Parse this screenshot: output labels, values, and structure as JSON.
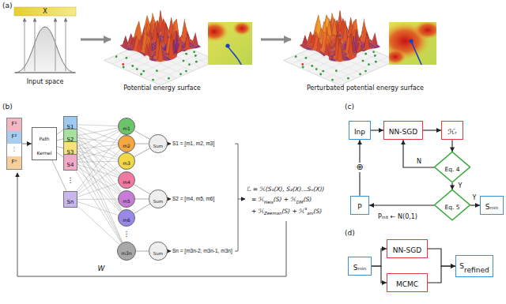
{
  "diagram": {
    "nodes": [
      {
        "text": [
          "F¹",
          "F²",
          "⋮",
          "Fⁿ"
        ]
      },
      {
        "text": [
          "Path Kernel"
        ]
      },
      {
        "text": [
          "S1"
        ]
      },
      {
        "text": [
          "S2"
        ]
      },
      {
        "text": [
          "S3"
        ]
      },
      {
        "text": [
          "S4"
        ]
      },
      {
        "text": [
          "Sn"
        ]
      },
      {
        "text": [
          "m1"
        ]
      },
      {
        "text": [
          "m2"
        ]
      },
      {
        "text": [
          "m3"
        ]
      },
      {
        "text": [
          "m4"
        ]
      },
      {
        "text": [
          "m5"
        ]
      },
      {
        "text": [
          "m6"
        ]
      },
      {
        "text": [
          "m3n"
        ]
      },
      {
        "text": [
          "Sum"
        ]
      },
      {
        "text": [
          "Sum"
        ]
      },
      {
        "text": [
          "Sum"
        ]
      },
      {
        "text": [
          "Inp"
        ]
      },
      {
        "text": [
          "NN-SGD"
        ]
      },
      {
        "text": [
          "ℋᵣ"
        ]
      },
      {
        "text": [
          "Eq. 4"
        ]
      },
      {
        "text": [
          "Eq. 5"
        ]
      },
      {
        "text": [
          "P"
        ]
      },
      {
        "text": [
          "Sₘᵢₙ"
        ]
      },
      {
        "text": [
          "Sₘᵢₙ"
        ]
      },
      {
        "text": [
          "NN-SGD"
        ]
      },
      {
        "text": [
          "MCMC"
        ]
      },
      {
        "text": [
          "S",
          "refined"
        ]
      }
    ],
    "edges": [
      {
        "from": 0,
        "to": 1,
        "arrow": "to"
      },
      {
        "from": 1,
        "to": 2,
        "arrow": "none"
      },
      {
        "from": 1,
        "to": 3,
        "arrow": "none"
      },
      {
        "from": 1,
        "to": 4,
        "arrow": "none"
      },
      {
        "from": 1,
        "to": 5,
        "arrow": "none"
      },
      {
        "from": 1,
        "to": 6,
        "arrow": "none"
      },
      {
        "from": 2,
        "to": 7,
        "arrow": "none"
      },
      {
        "from": 2,
        "to": 8,
        "arrow": "none"
      },
      {
        "from": 2,
        "to": 9,
        "arrow": "none"
      },
      {
        "from": 2,
        "to": 10,
        "arrow": "none"
      },
      {
        "from": 2,
        "to": 11,
        "arrow": "none"
      },
      {
        "from": 2,
        "to": 12,
        "arrow": "none"
      },
      {
        "from": 2,
        "to": 13,
        "arrow": "none"
      },
      {
        "from": 3,
        "to": 7,
        "arrow": "none"
      },
      {
        "from": 3,
        "to": 8,
        "arrow": "none"
      },
      {
        "from": 3,
        "to": 9,
        "arrow": "none"
      },
      {
        "from": 3,
        "to": 10,
        "arrow": "none"
      },
      {
        "from": 3,
        "to": 11,
        "arrow": "none"
      },
      {
        "from": 3,
        "to": 12,
        "arrow": "none"
      },
      {
        "from": 3,
        "to": 13,
        "arrow": "none"
      },
      {
        "from": 4,
        "to": 7,
        "arrow": "none"
      },
      {
        "from": 4,
        "to": 8,
        "arrow": "none"
      },
      {
        "from": 4,
        "to": 9,
        "arrow": "none"
      },
      {
        "from": 4,
        "to": 10,
        "arrow": "none"
      },
      {
        "from": 4,
        "to": 11,
        "arrow": "none"
      },
      {
        "from": 4,
        "to": 12,
        "arrow": "none"
      },
      {
        "from": 4,
        "to": 13,
        "arrow": "none"
      },
      {
        "from": 5,
        "to": 7,
        "arrow": "none"
      },
      {
        "from": 5,
        "to": 8,
        "arrow": "none"
      },
      {
        "from": 5,
        "to": 9,
        "arrow": "none"
      },
      {
        "from": 5,
        "to": 10,
        "arrow": "none"
      },
      {
        "from": 5,
        "to": 11,
        "arrow": "none"
      },
      {
        "from": 5,
        "to": 12,
        "arrow": "none"
      },
      {
        "from": 5,
        "to": 13,
        "arrow": "none"
      },
      {
        "from": 6,
        "to": 7,
        "arrow": "none"
      },
      {
        "from": 6,
        "to": 8,
        "arrow": "none"
      },
      {
        "from": 6,
        "to": 9,
        "arrow": "none"
      },
      {
        "from": 6,
        "to": 10,
        "arrow": "none"
      },
      {
        "from": 6,
        "to": 11,
        "arrow": "none"
      },
      {
        "from": 6,
        "to": 12,
        "arrow": "none"
      },
      {
        "from": 6,
        "to": 13,
        "arrow": "none"
      },
      {
        "from": 7,
        "to": 14,
        "arrow": "none"
      },
      {
        "from": 8,
        "to": 14,
        "arrow": "none"
      },
      {
        "from": 9,
        "to": 14,
        "arrow": "none"
      },
      {
        "from": 10,
        "to": 15,
        "arrow": "none"
      },
      {
        "from": 11,
        "to": 15,
        "arrow": "none"
      },
      {
        "from": 12,
        "to": 15,
        "arrow": "none"
      },
      {
        "from": 13,
        "to": 16,
        "arrow": "none"
      },
      {
        "from": 17,
        "to": 18,
        "arrow": "to"
      },
      {
        "from": 18,
        "to": 19,
        "arrow": "to"
      },
      {
        "from": 19,
        "to": 20,
        "arrow": "to"
      },
      {
        "from": 20,
        "to": 18,
        "label": "N",
        "arrow": "to"
      },
      {
        "from": 20,
        "to": 21,
        "label": "Y",
        "arrow": "to"
      },
      {
        "from": 21,
        "to": 23,
        "label": "Y",
        "arrow": "to"
      },
      {
        "from": 21,
        "to": 22,
        "label": "Pᵢₙᵢₜ ← N(0,1)",
        "arrow": "to"
      },
      {
        "from": 22,
        "to": 17,
        "label": "⊕",
        "arrow": "to"
      },
      {
        "from": 24,
        "to": 25,
        "arrow": "to"
      },
      {
        "from": 24,
        "to": 26,
        "arrow": "to"
      },
      {
        "from": 25,
        "to": 27,
        "arrow": "to"
      },
      {
        "from": 26,
        "to": 27,
        "arrow": "to"
      }
    ],
    "labels": [
      "(a)",
      "X",
      "Input space",
      "Potential energy surface",
      "Perturbated potential energy surface",
      "(b)",
      "⋮",
      "⋮",
      "S1 = [m1, m2, m3]",
      "S2 = [m4, m5, m6]",
      "Sn = [m3n-2, m3n-1, m3n]",
      "ℒ = ℋ(S₁(X), S₂(X)…Sₙ(X))",
      "= ℋ",
      "Heis",
      "(S) + ℋ",
      "DM",
      "(S)",
      "+ ℋ",
      "Zeeman",
      "(S) + ℋ",
      "s",
      "ani",
      "(S)",
      "W",
      "(c)",
      "(d)"
    ]
  }
}
